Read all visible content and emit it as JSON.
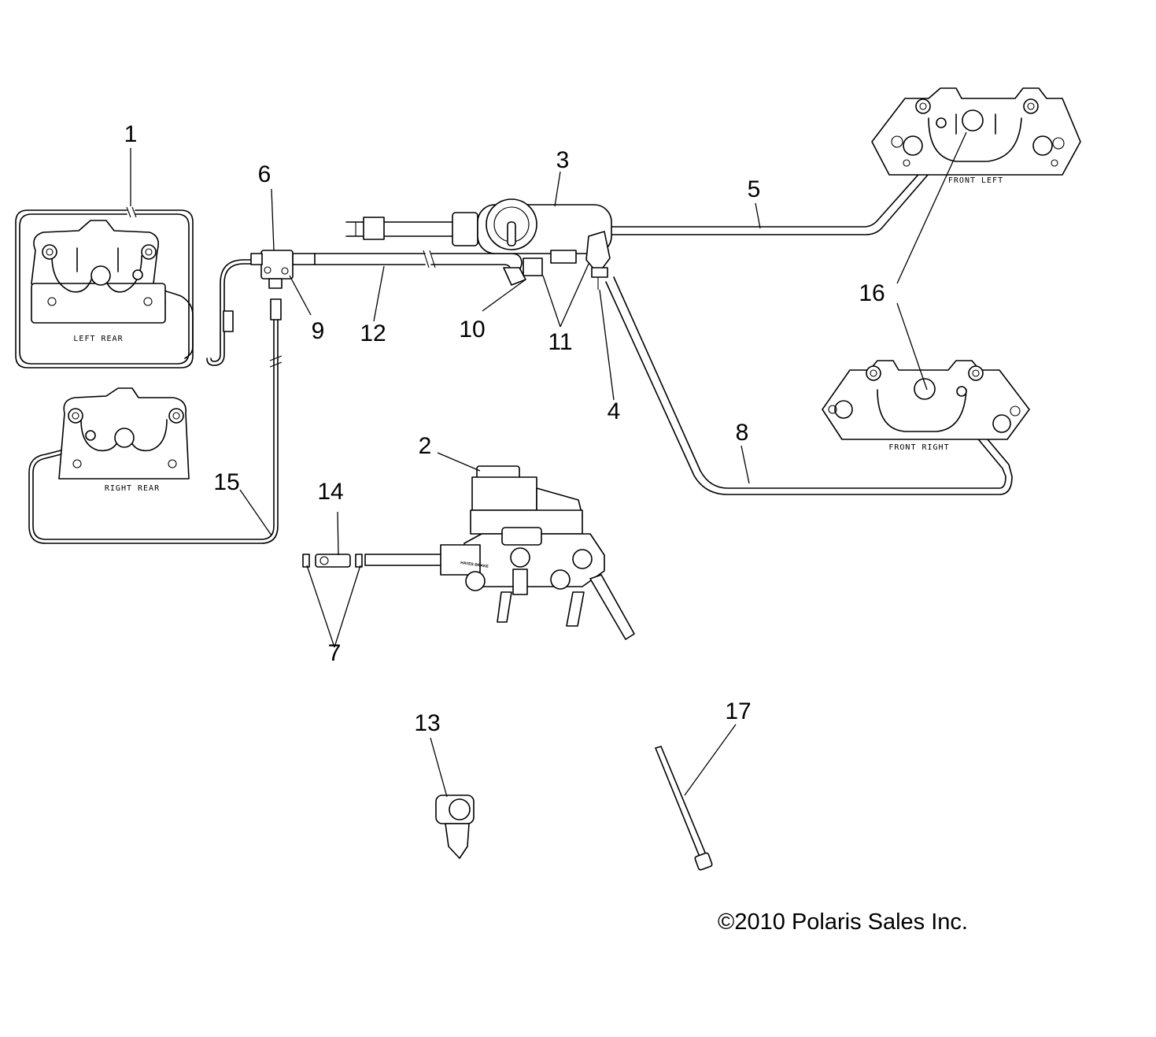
{
  "diagram": {
    "callouts": [
      {
        "id": "1",
        "label": "1"
      },
      {
        "id": "2",
        "label": "2"
      },
      {
        "id": "3",
        "label": "3"
      },
      {
        "id": "4",
        "label": "4"
      },
      {
        "id": "5",
        "label": "5"
      },
      {
        "id": "6",
        "label": "6"
      },
      {
        "id": "7",
        "label": "7"
      },
      {
        "id": "8",
        "label": "8"
      },
      {
        "id": "9",
        "label": "9"
      },
      {
        "id": "10",
        "label": "10"
      },
      {
        "id": "11",
        "label": "11"
      },
      {
        "id": "12",
        "label": "12"
      },
      {
        "id": "13",
        "label": "13"
      },
      {
        "id": "14",
        "label": "14"
      },
      {
        "id": "15",
        "label": "15"
      },
      {
        "id": "16",
        "label": "16"
      },
      {
        "id": "17",
        "label": "17"
      }
    ],
    "caliper_labels": {
      "left_rear": "LEFT REAR",
      "right_rear": "RIGHT REAR",
      "front_left": "FRONT LEFT",
      "front_right": "FRONT RIGHT"
    },
    "master_cylinder_stamp": "HAYES BRAKE",
    "copyright": "©2010 Polaris Sales Inc."
  }
}
